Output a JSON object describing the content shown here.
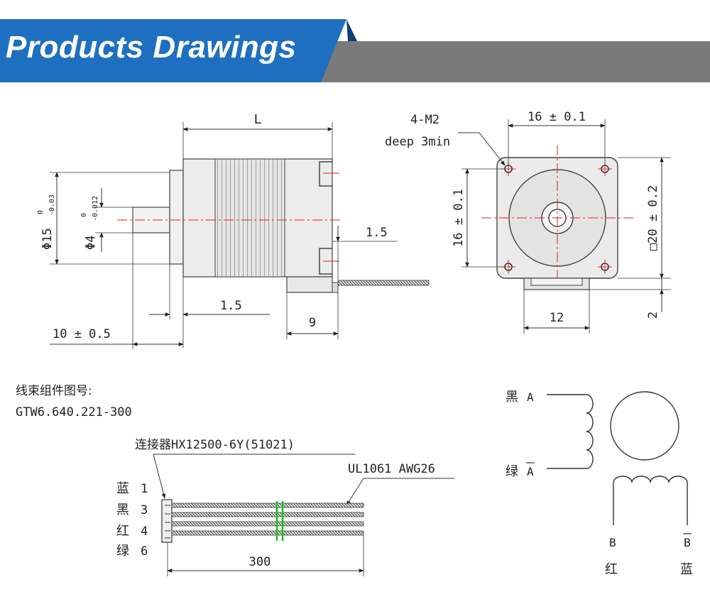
{
  "banner": {
    "title": "Products Drawings",
    "colors": {
      "blue": "#1f6fc0",
      "gray": "#7a7a7a"
    }
  },
  "side_view": {
    "length_label": "L",
    "body_dia_label": "Φ15",
    "body_dia_tol_upper": "0",
    "body_dia_tol_lower": "-0.03",
    "shaft_dia_label": "Φ4",
    "shaft_dia_tol_upper": "0",
    "shaft_dia_tol_lower": "-0.012",
    "flange_thickness": "1.5",
    "shaft_length": "10 ± 0.5",
    "cable_gap": "1.5",
    "connector_width": "9"
  },
  "front_view": {
    "hole_spec": "4-M2",
    "hole_depth": "deep 3min",
    "hole_spacing_x": "16 ± 0.1",
    "hole_spacing_y": "16 ± 0.1",
    "square_size": "□20 ± 0.2",
    "tab_width": "12",
    "tab_height": "2"
  },
  "harness": {
    "title": "线束组件图号:",
    "part_number": "GTW6.640.221-300",
    "connector": "连接器HX12500-6Y(51021)",
    "wire_spec": "UL1061 AWG26",
    "length": "300",
    "pins": [
      {
        "color": "蓝",
        "pin": "1"
      },
      {
        "color": "黑",
        "pin": "3"
      },
      {
        "color": "红",
        "pin": "4"
      },
      {
        "color": "绿",
        "pin": "6"
      }
    ],
    "break_mark_color": "#18c018"
  },
  "schematic": {
    "coil_a_top": "黑",
    "coil_a_top_label": "A",
    "coil_a_bottom": "绿",
    "coil_a_bottom_label": "A",
    "coil_b_left_label": "B",
    "coil_b_left": "红",
    "coil_b_right_label": "B",
    "coil_b_right": "蓝"
  }
}
